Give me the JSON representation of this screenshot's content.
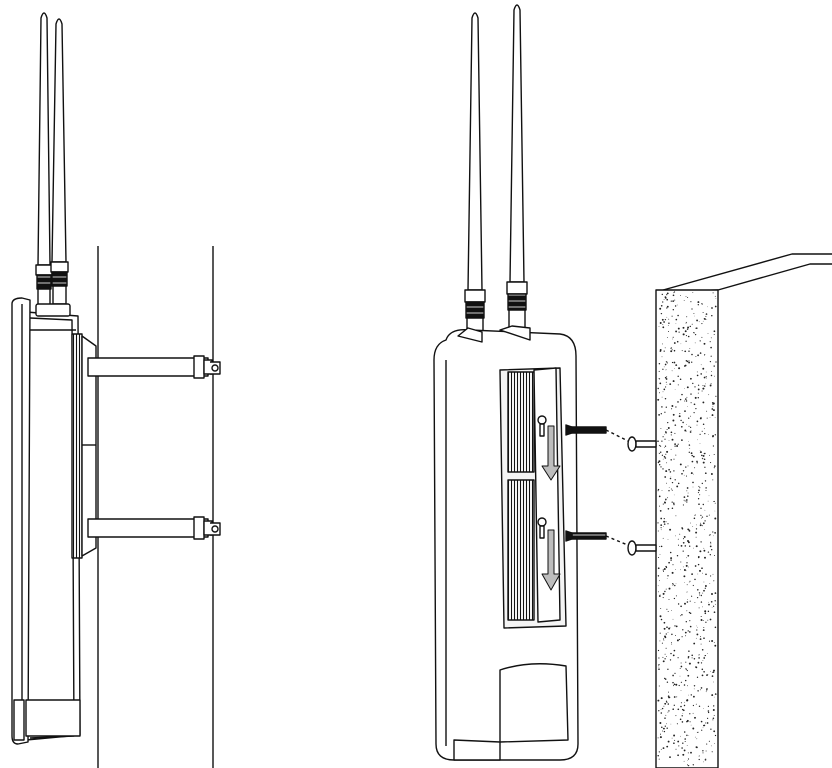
{
  "figure": {
    "panels": [
      {
        "id": "pole-mount",
        "depicts": "access-point-on-pole"
      },
      {
        "id": "wall-mount",
        "depicts": "access-point-on-wall"
      }
    ],
    "colors": {
      "stroke": "#111111",
      "fill": "#ffffff",
      "shade": "#d8d8d8",
      "arrow": "#bdbdbd",
      "wall_speckle": "#222222"
    }
  }
}
